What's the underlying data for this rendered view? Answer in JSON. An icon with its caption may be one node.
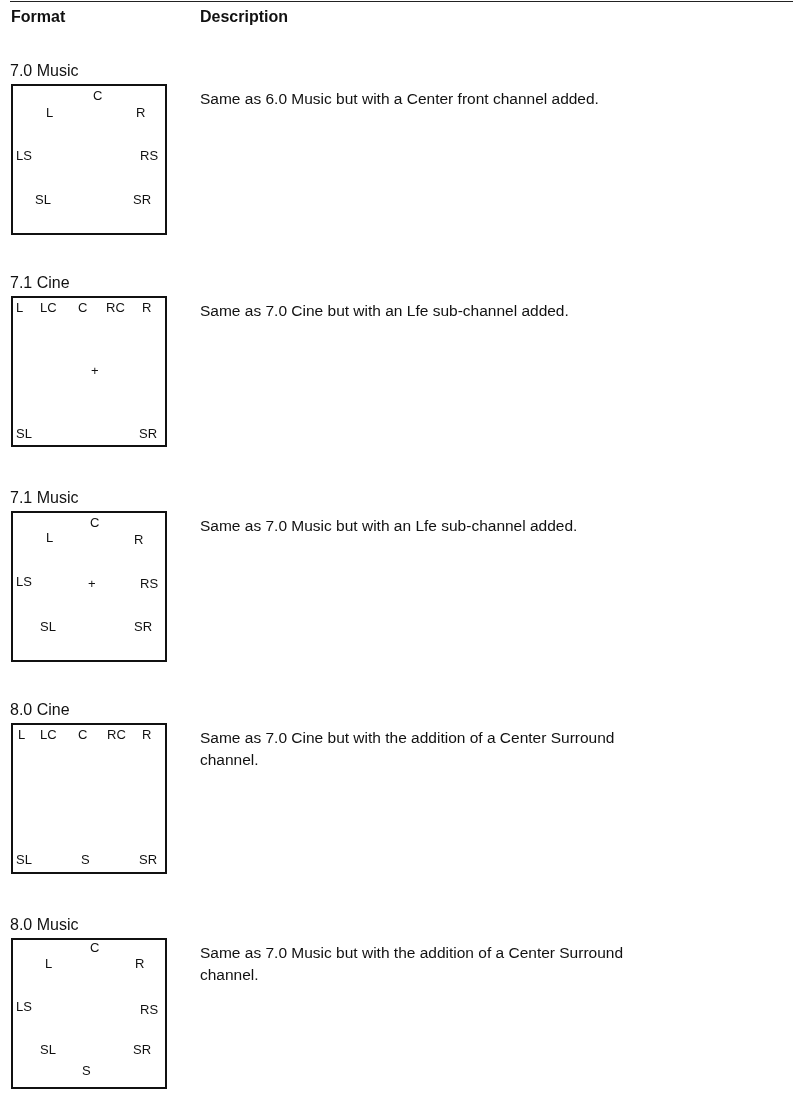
{
  "diagram": {
    "nodes": [
      {
        "text": [
          "7.0 Music",
          "C",
          "L",
          "R",
          "LS",
          "RS",
          "SL",
          "SR"
        ],
        "beside": [
          "Same as 6.0 Music but with a Center front channel added."
        ]
      },
      {
        "text": [
          "7.1 Cine",
          "L",
          "LC",
          "C",
          "RC",
          "R",
          "+",
          "SL",
          "SR"
        ],
        "beside": [
          "Same as 7.0 Cine but with an Lfe sub-channel added."
        ]
      },
      {
        "text": [
          "7.1 Music",
          "C",
          "L",
          "R",
          "LS",
          "+",
          "RS",
          "SL",
          "SR"
        ],
        "beside": [
          "Same as 7.0 Music but with an Lfe sub-channel added."
        ]
      },
      {
        "text": [
          "8.0 Cine",
          "L",
          "LC",
          "C",
          "RC",
          "R",
          "SL",
          "S",
          "SR"
        ],
        "beside": [
          "Same as 7.0 Cine but with the addition of a Center Surround channel."
        ]
      },
      {
        "text": [
          "8.0 Music",
          "C",
          "L",
          "R",
          "LS",
          "RS",
          "SL",
          "SR",
          "S"
        ],
        "beside": [
          "Same as 7.0 Music but with the addition of a Center Surround channel."
        ]
      }
    ],
    "labels": [
      "Format",
      "Description"
    ]
  }
}
